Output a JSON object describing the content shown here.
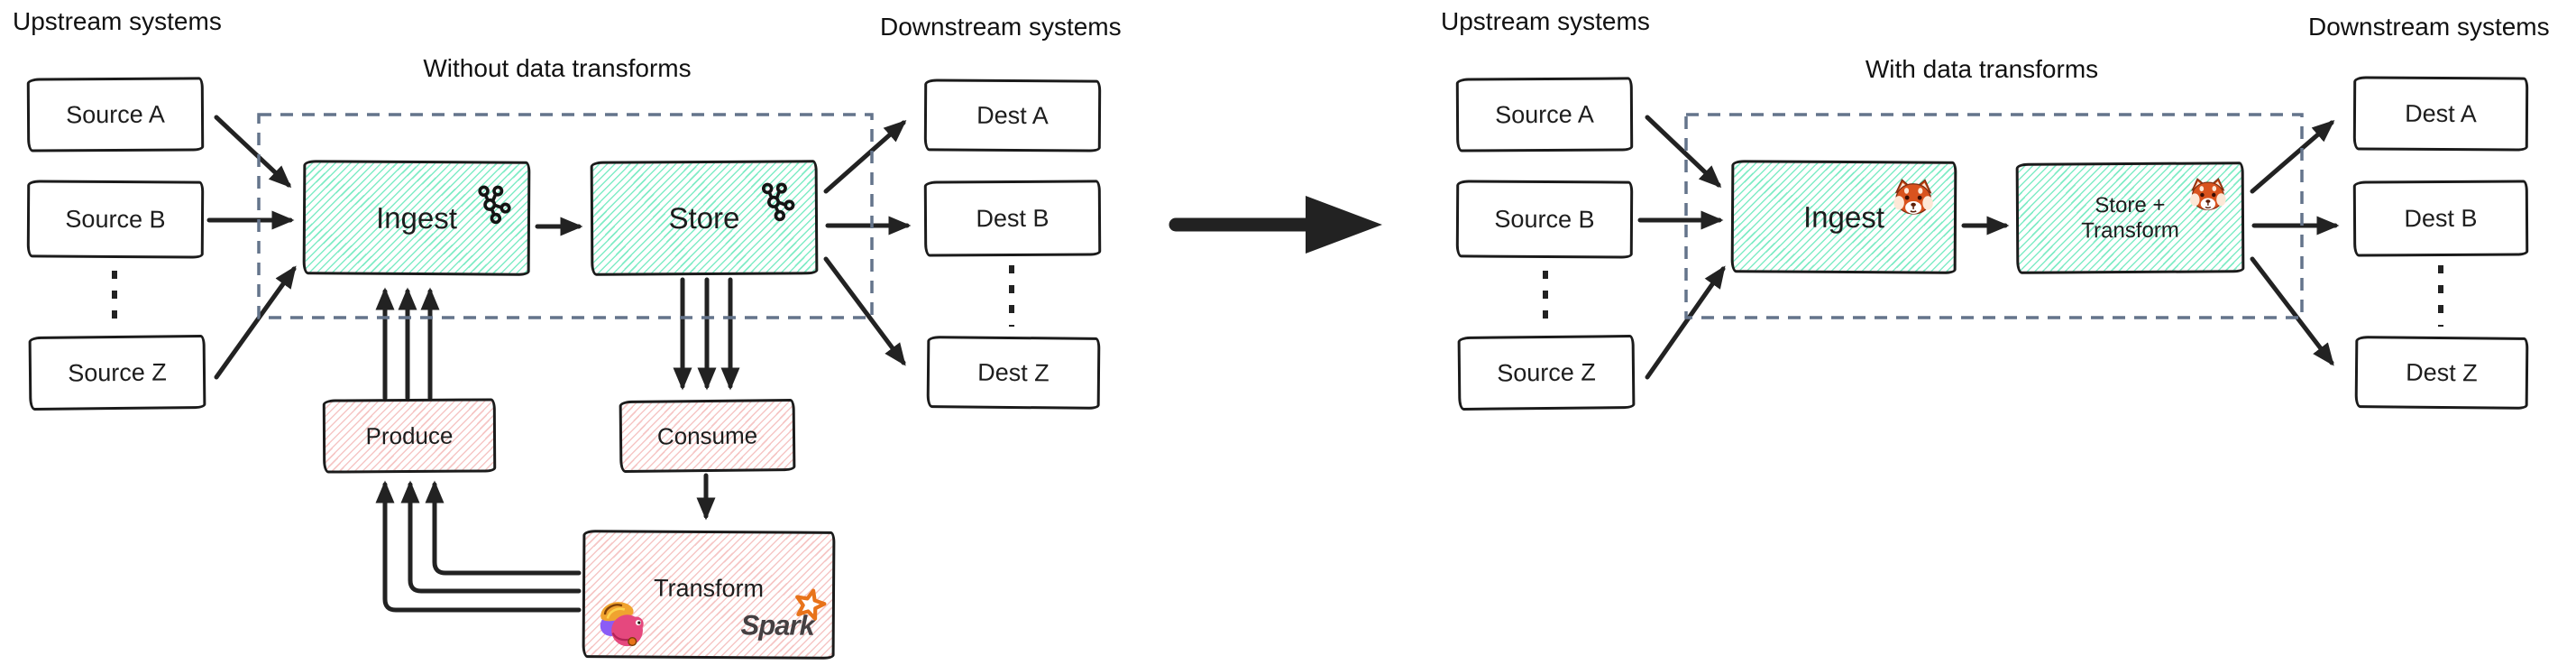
{
  "colors": {
    "teal_hatch": "#80ECC6",
    "pink_hatch": "#F6C6C5",
    "dashed_box_border": "#64748B",
    "arrow": "#222222",
    "box_border": "#1B1B1B",
    "spark_orange": "#E8731A",
    "redpanda_orange": "#D9531E",
    "flink_pink": "#E5487E"
  },
  "left": {
    "upstream_label": "Upstream systems",
    "title": "Without data transforms",
    "downstream_label": "Downstream systems",
    "sources": [
      "Source A",
      "Source B",
      "Source Z"
    ],
    "dests": [
      "Dest A",
      "Dest B",
      "Dest Z"
    ],
    "pipeline": {
      "ingest": "Ingest",
      "store": "Store"
    },
    "workers": {
      "produce": "Produce",
      "consume": "Consume",
      "transform": "Transform"
    },
    "spark_label": "Spark",
    "icons": {
      "ingest": "kafka-icon",
      "store": "kafka-icon",
      "transform": [
        "flink-squirrel-icon",
        "spark-star-icon"
      ]
    }
  },
  "right": {
    "upstream_label": "Upstream systems",
    "title": "With data transforms",
    "downstream_label": "Downstream systems",
    "sources": [
      "Source A",
      "Source B",
      "Source Z"
    ],
    "dests": [
      "Dest A",
      "Dest B",
      "Dest Z"
    ],
    "pipeline": {
      "ingest": "Ingest",
      "store_transform_line1": "Store +",
      "store_transform_line2": "Transform"
    },
    "icons": {
      "ingest": "redpanda-icon",
      "store_transform": "redpanda-icon"
    }
  }
}
